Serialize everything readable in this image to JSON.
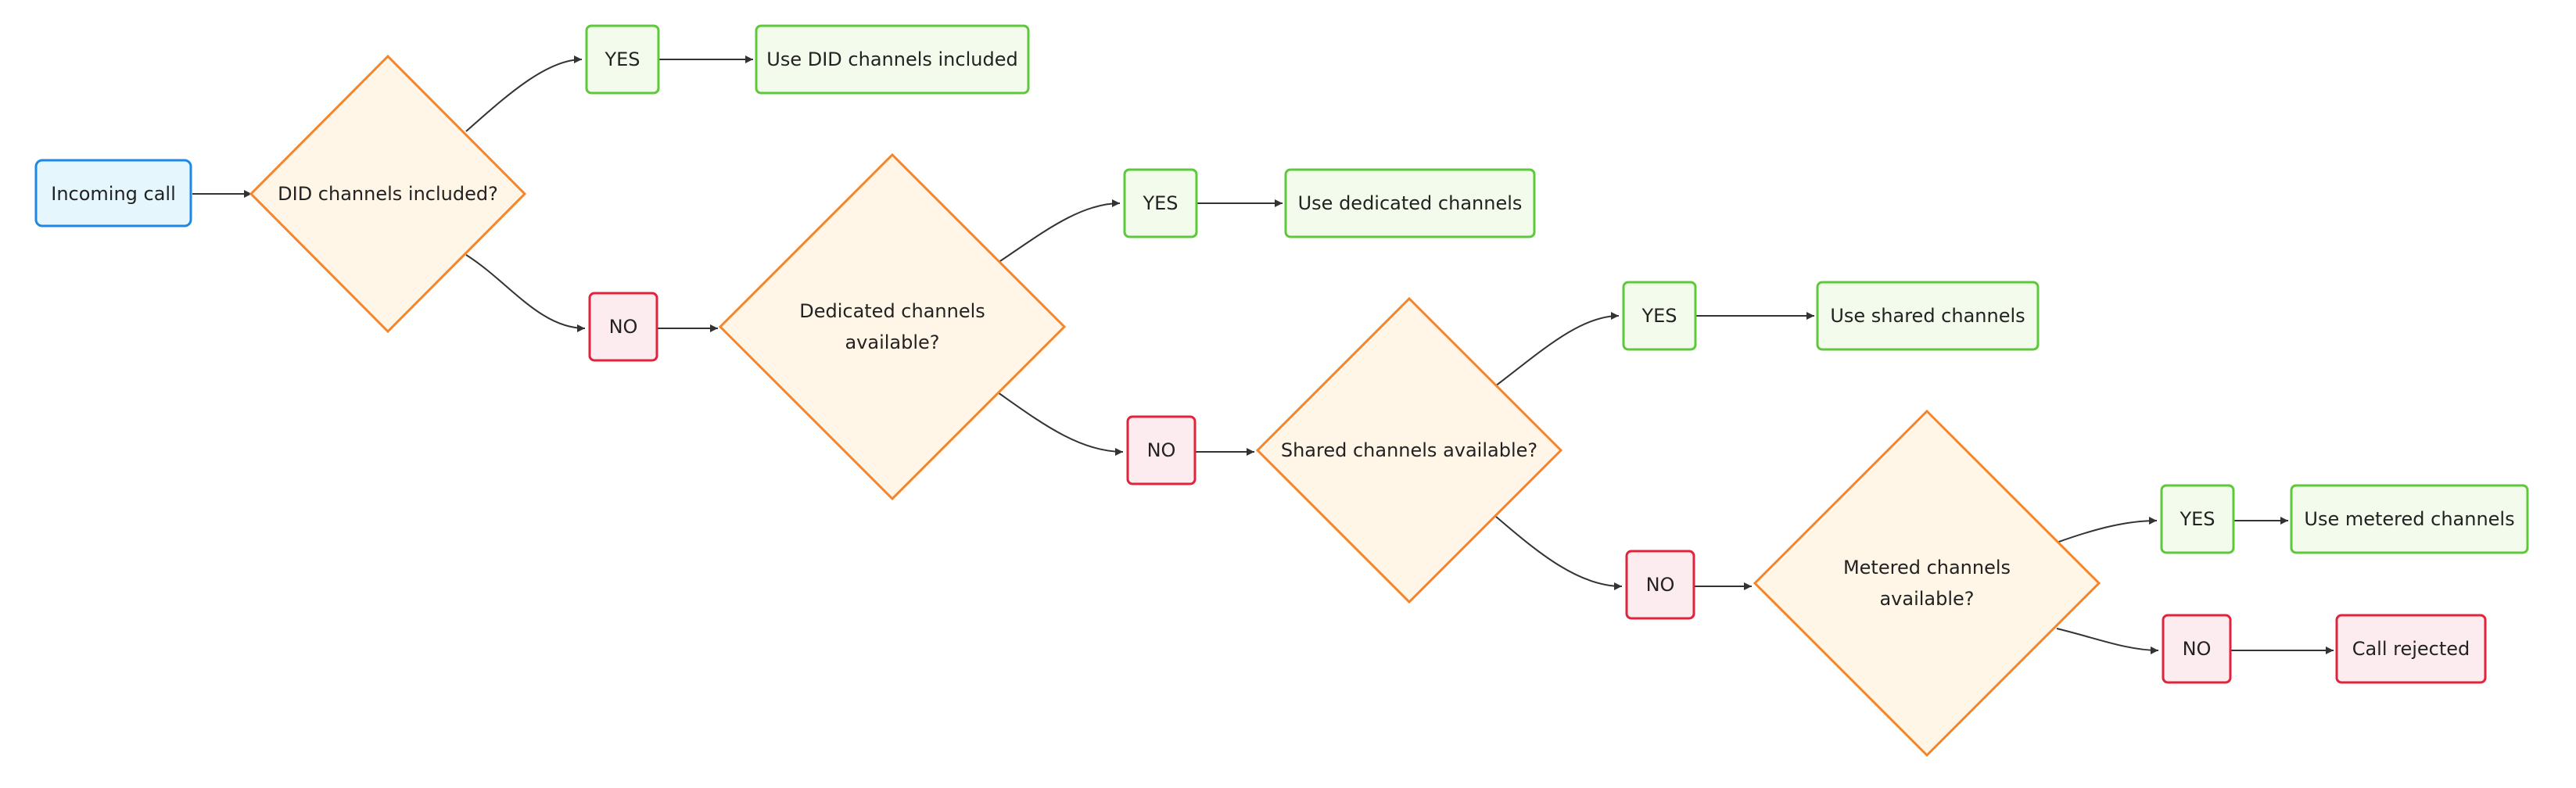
{
  "nodes": {
    "start": {
      "label": "Incoming call"
    },
    "q_did": {
      "label": "DID channels included?"
    },
    "yes_did": {
      "label": "YES"
    },
    "use_did": {
      "label": "Use DID channels included"
    },
    "no_did": {
      "label": "NO"
    },
    "q_dedicated": {
      "line1": "Dedicated channels",
      "line2": "available?"
    },
    "yes_dedicated": {
      "label": "YES"
    },
    "use_dedicated": {
      "label": "Use dedicated channels"
    },
    "no_dedicated": {
      "label": "NO"
    },
    "q_shared": {
      "label": "Shared channels available?"
    },
    "yes_shared": {
      "label": "YES"
    },
    "use_shared": {
      "label": "Use shared channels"
    },
    "no_shared": {
      "label": "NO"
    },
    "q_metered": {
      "line1": "Metered channels",
      "line2": "available?"
    },
    "yes_metered": {
      "label": "YES"
    },
    "use_metered": {
      "label": "Use metered channels"
    },
    "no_metered": {
      "label": "NO"
    },
    "rejected": {
      "label": "Call rejected"
    }
  },
  "colors": {
    "start_fill": "#e6f6fd",
    "start_stroke": "#1e88e5",
    "decision_fill": "#fff6e8",
    "decision_stroke": "#f5852a",
    "yes_fill": "#f3fbec",
    "yes_stroke": "#5cc83a",
    "no_fill": "#fdecef",
    "no_stroke": "#e0243c",
    "edge": "#333333"
  }
}
